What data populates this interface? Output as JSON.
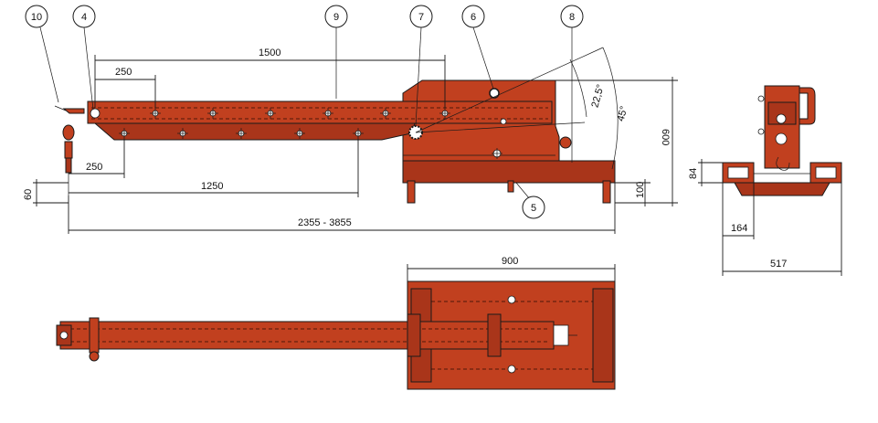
{
  "callouts": [
    {
      "label": "10"
    },
    {
      "label": "4"
    },
    {
      "label": "9"
    },
    {
      "label": "7"
    },
    {
      "label": "6"
    },
    {
      "label": "8"
    },
    {
      "label": "5"
    }
  ],
  "dimensions": {
    "d1500": "1500",
    "d250_top": "250",
    "d250_bottom": "250",
    "d1250": "1250",
    "d60": "60",
    "d100": "100",
    "d600": "600",
    "d2355": "2355 - 3855",
    "d22_5": "22,5°",
    "d45": "45°",
    "d84": "84",
    "d164": "164",
    "d517": "517",
    "d900": "900"
  },
  "colors": {
    "body": "#c1401f",
    "line": "#1a1a1a"
  }
}
